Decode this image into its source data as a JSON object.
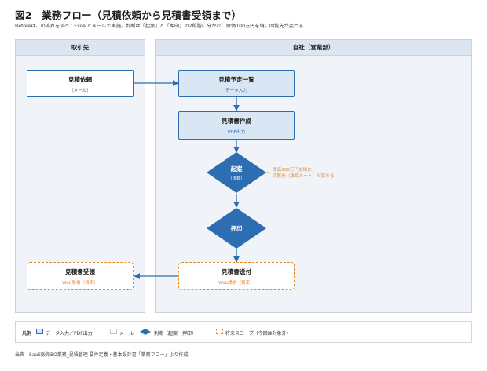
{
  "title": "図2　業務フロー（見積依頼から見積書受領まで）",
  "subtitle": "Beforeはこの流れをすべてExcelとメールで実施。判断は「起案」と「押印」の2段階に分かれ、原価100万円を境に回覧先が変わる",
  "lanes": {
    "client": "取引先",
    "company": "自社（営業部）"
  },
  "nodes": {
    "request": {
      "title": "見積依頼",
      "sub": "（メール）"
    },
    "plan_list": {
      "title": "見積予定一覧",
      "sub": "データ入力"
    },
    "create": {
      "title": "見積書作成",
      "sub": "PDF出力"
    },
    "draft": {
      "title": "起案",
      "sub": "（決裁）"
    },
    "seal": {
      "title": "押印"
    },
    "send": {
      "title": "見積書送付",
      "sub": "Web請求（将来）"
    },
    "receive": {
      "title": "見積書受領",
      "sub": "Web受領（将来）"
    }
  },
  "note": {
    "line1": "原価100万円を境に",
    "line2": "回覧先（承認ルート）が変わる"
  },
  "legend": {
    "head": "凡例",
    "data": "データ入力／PDF出力",
    "mail": "メール",
    "decision": "判断（起案・押印）",
    "future": "将来スコープ（今回は対象外）"
  },
  "source": "出典　SaaS販売BO業務_見積管理 要件定義・基本設計書「業務フロー」より作成",
  "colors": {
    "accent": "#2d6db2",
    "data_fill": "#d9e6f4",
    "future": "#e08a2e",
    "lane_fill": "#f0f3f7",
    "lane_head": "#dde6f0"
  }
}
